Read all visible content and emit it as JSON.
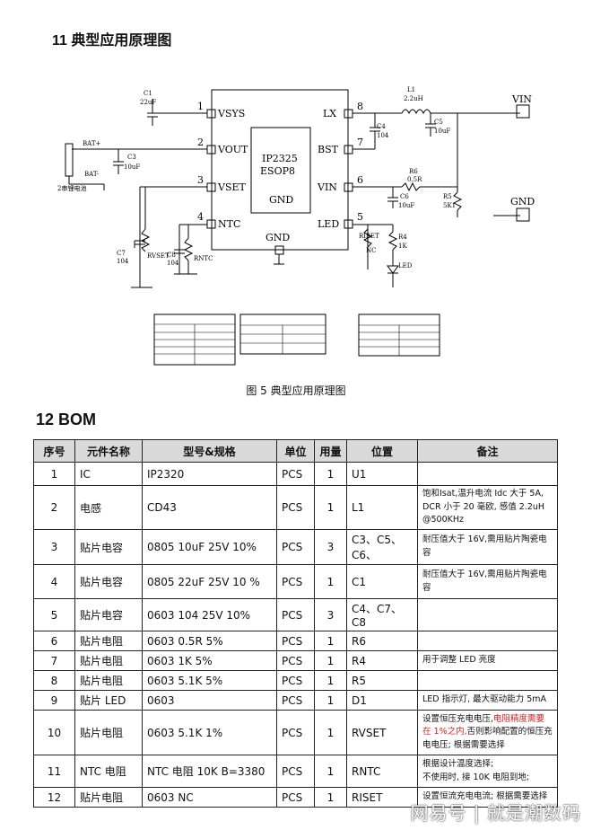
{
  "section11": "11 典型应用原理图",
  "section12": "12 BOM",
  "caption": "图 5  典型应用原理图",
  "schematic": {
    "chip_name": "IP2325",
    "chip_package": "ESOP8",
    "chip_gnd": "GND",
    "pins": [
      {
        "num": "1",
        "name": "VSYS"
      },
      {
        "num": "2",
        "name": "VOUT"
      },
      {
        "num": "3",
        "name": "VSET"
      },
      {
        "num": "4",
        "name": "NTC"
      },
      {
        "num": "8",
        "name": "LX"
      },
      {
        "num": "7",
        "name": "BST"
      },
      {
        "num": "6",
        "name": "VIN"
      },
      {
        "num": "5",
        "name": "LED"
      }
    ],
    "gnd_pad": "GND",
    "parts": {
      "c1": "C1",
      "c1v": "22uF",
      "c3": "C3",
      "c3v": "10uF",
      "c4": "C4",
      "c4v": "104",
      "c5": "C5",
      "c5v": "10uF",
      "c6": "C6",
      "c6v": "10uF",
      "c7": "C7",
      "c7v": "104",
      "c8": "C8",
      "c8v": "104",
      "l1": "L1",
      "l1v": "2.2uH",
      "r6": "R6",
      "r6v": "0.5R",
      "r5": "R5",
      "r5v": "5K1",
      "r4": "R4",
      "r4v": "1K",
      "rset": "RISET",
      "rsetv": "NC",
      "rvset": "RVSET",
      "rntc": "RNTC",
      "led": "LED"
    },
    "batp": "BAT+",
    "batn": "BAT-",
    "battery": "2串锂电池",
    "vin": "VIN",
    "gnd": "GND"
  },
  "bom": {
    "headers": [
      "序号",
      "元件名称",
      "型号&规格",
      "单位",
      "用量",
      "位置",
      "备注"
    ],
    "rows": [
      {
        "no": "1",
        "name": "IC",
        "spec": "IP2320",
        "unit": "PCS",
        "qty": "1",
        "pos": "U1",
        "note": ""
      },
      {
        "no": "2",
        "name": "电感",
        "spec": "CD43",
        "unit": "PCS",
        "qty": "1",
        "pos": "L1",
        "note": "饱和Isat,温升电流 Idc 大于 5A, DCR 小于 20 毫欧, 感值 2.2uH @500KHz"
      },
      {
        "no": "3",
        "name": "贴片电容",
        "spec": "0805   10uF   25V 10%",
        "unit": "PCS",
        "qty": "3",
        "pos": "C3、C5、C6、",
        "note": "耐压值大于 16V,需用贴片陶瓷电容"
      },
      {
        "no": "4",
        "name": "贴片电容",
        "spec": "0805   22uF   25V 10 %",
        "unit": "PCS",
        "qty": "1",
        "pos": "C1",
        "note": "耐压值大于 16V,需用贴片陶瓷电容"
      },
      {
        "no": "5",
        "name": "贴片电容",
        "spec": "0603   104     25V 10%",
        "unit": "PCS",
        "qty": "3",
        "pos": "C4、C7、C8",
        "note": ""
      },
      {
        "no": "6",
        "name": "贴片电阻",
        "spec": "0603   0.5R    5%",
        "unit": "PCS",
        "qty": "1",
        "pos": "R6",
        "note": ""
      },
      {
        "no": "7",
        "name": "贴片电阻",
        "spec": "0603    1K    5%",
        "unit": "PCS",
        "qty": "1",
        "pos": "R4",
        "note": "用于调整 LED 亮度"
      },
      {
        "no": "8",
        "name": "贴片电阻",
        "spec": "0603   5.1K    5%",
        "unit": "PCS",
        "qty": "1",
        "pos": "R5",
        "note": ""
      },
      {
        "no": "9",
        "name": "贴片 LED",
        "spec": "0603",
        "unit": "PCS",
        "qty": "1",
        "pos": "D1",
        "note": "LED 指示灯, 最大驱动能力 5mA"
      },
      {
        "no": "10",
        "name": "贴片电阻",
        "spec": "0603   5.1K    1%",
        "unit": "PCS",
        "qty": "1",
        "pos": "RVSET",
        "note": "",
        "note_a": "设置恒压充电电压,",
        "note_red": "电阻精度需要在 1%之内,",
        "note_b": "否则影响配置的恒压充电电压; 根据需要选择"
      },
      {
        "no": "11",
        "name": "NTC 电阻",
        "spec": "NTC 电阻  10K B=3380",
        "unit": "PCS",
        "qty": "1",
        "pos": "RNTC",
        "note": "根据设计温度选择;\n不使用时, 接 10K 电阻到地;"
      },
      {
        "no": "12",
        "name": "贴片电阻",
        "spec": "0603    NC",
        "unit": "PCS",
        "qty": "1",
        "pos": "RISET",
        "note": "设置恒流充电电流; 根据需要选择"
      }
    ]
  },
  "watermark": "网易号 | 就是潮数码"
}
